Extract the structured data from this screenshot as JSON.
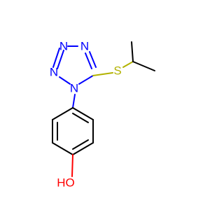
{
  "molecule": {
    "atoms": {
      "n1": {
        "label": "N",
        "color": "#0000ff"
      },
      "n2": {
        "label": "N",
        "color": "#0000ff"
      },
      "n3": {
        "label": "N",
        "color": "#0000ff"
      },
      "n4": {
        "label": "N",
        "color": "#0000ff"
      },
      "s": {
        "label": "S",
        "color": "#b2b200"
      },
      "oh": {
        "label": "HO",
        "color": "#ff0000"
      }
    },
    "bond_color": "#000000"
  }
}
